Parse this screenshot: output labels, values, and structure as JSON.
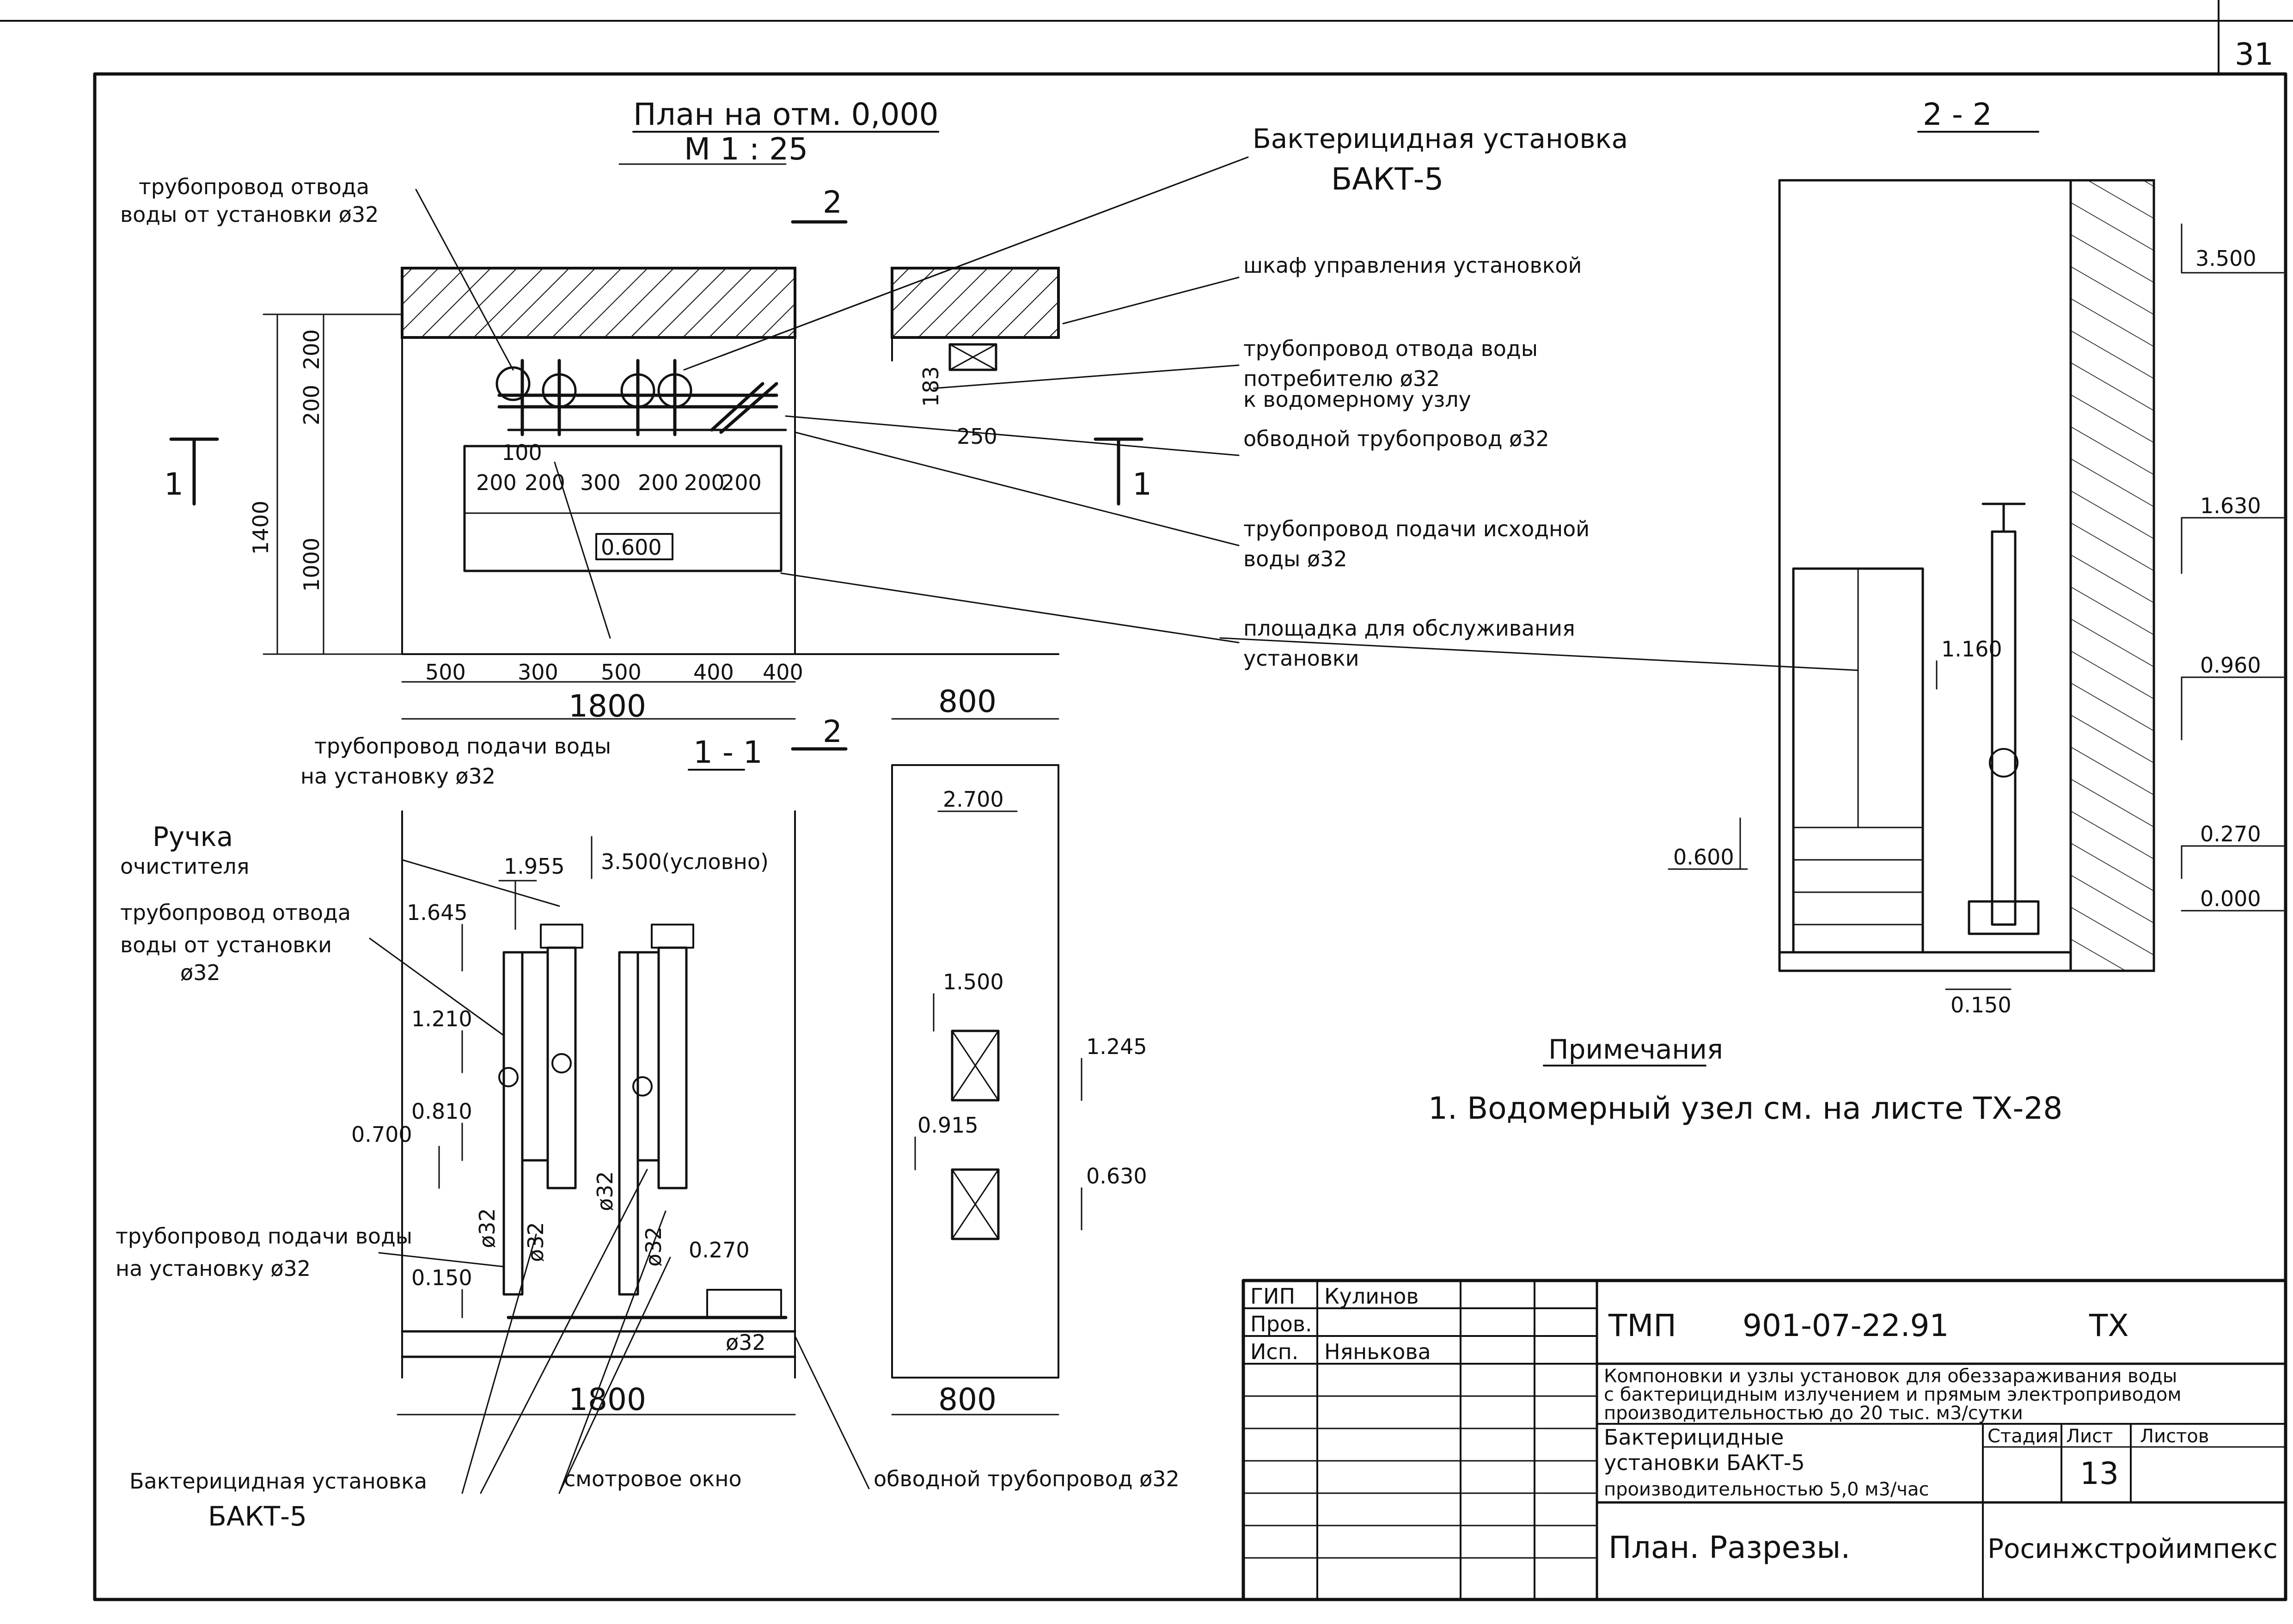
{
  "sheet_number": "31",
  "plan": {
    "title": "План на отм. 0,000",
    "scale": "М 1 : 25",
    "section_mark_2": "2",
    "section_mark_1": "1",
    "dims": {
      "h200a": "200",
      "h200b": "200",
      "h1400": "1400",
      "h1000": "1000",
      "w500a": "500",
      "w300": "300",
      "w500b": "500",
      "w400a": "400",
      "w400b": "400",
      "w1800": "1800",
      "p200a": "200",
      "p100": "100",
      "p200b": "200",
      "p300": "300",
      "p200c": "200",
      "p200d": "200",
      "p200e": "200",
      "d250": "250",
      "d183": "183",
      "platform_elev": "0.600",
      "w800": "800"
    }
  },
  "callouts": {
    "unit_name_1": "Бактерицидная установка",
    "unit_name_2": "БАКТ-5",
    "cabinet": "шкаф управления установкой",
    "drain_consumer_1": "трубопровод отвода воды",
    "drain_consumer_2": "потребителю ø32",
    "drain_consumer_3": "к водомерному узлу",
    "bypass_pipe": "обводной трубопровод ø32",
    "source_water_1": "трубопровод подачи исходной",
    "source_water_2": "воды ø32",
    "platform_1": "площадка для обслуживания",
    "platform_2": "установки",
    "drain_from_unit_1": "трубопровод отвода",
    "drain_from_unit_2": "воды от установки ø32",
    "supply_to_unit_1": "трубопровод подачи воды",
    "supply_to_unit_2": "на установку ø32"
  },
  "section_1_1": {
    "title": "1 - 1",
    "handle_1": "Ручка",
    "handle_2": "очистителя",
    "drain_1": "трубопровод отвода",
    "drain_2": "воды от установки",
    "drain_3": "ø32",
    "supply_1": "трубопровод подачи воды",
    "supply_2": "на установку ø32",
    "unit_1": "Бактерицидная установка",
    "unit_2": "БАКТ-5",
    "window": "смотровое окно",
    "bypass": "обводной трубопровод ø32",
    "elevations": {
      "e1955": "1.955",
      "e3500": "3.500(условно)",
      "e1645": "1.645",
      "e1210": "1.210",
      "e0810": "0.810",
      "e0700": "0.700",
      "e0150": "0.150",
      "e0270": "0.270"
    },
    "pipe_labels": {
      "p1": "ø32",
      "p2": "ø32",
      "p3": "ø32",
      "p4": "ø32",
      "p5": "ø32"
    },
    "width": "1800"
  },
  "section_cabinet": {
    "e2700": "2.700",
    "e1500": "1.500",
    "e1245": "1.245",
    "e0915": "0.915",
    "e0630": "0.630",
    "width": "800"
  },
  "section_2_2": {
    "title": "2 - 2",
    "e3500": "3.500",
    "e1630": "1.630",
    "e0960": "0.960",
    "e0270": "0.270",
    "e0000": "0.000",
    "e1160": "1.160",
    "e0600": "0.600",
    "e0150": "0.150"
  },
  "notes": {
    "heading": "Примечания",
    "item_1": "1. Водомерный узел см. на листе ТХ-28"
  },
  "stamp": {
    "code": "ТМП",
    "project": "901-07-22.91",
    "mark": "ТХ",
    "role_1": "ГИП",
    "name_1": "Кулинов",
    "role_2": "Пров.",
    "name_2": "",
    "role_3": "Исп.",
    "name_3": "Нянькова",
    "description_1": "Компоновки и узлы установок для обеззараживания воды",
    "description_2": "с бактерицидным излучением и прямым электроприводом",
    "description_3": "производительностью до 20 тыс. м3/сутки",
    "sheet_title_1": "Бактерицидные",
    "sheet_title_2": "установки БАКТ-5",
    "sheet_title_3": "производительностью 5,0 м3/час",
    "col_stage": "Стадия",
    "col_sheet": "Лист",
    "col_sheets": "Листов",
    "sheet_no": "13",
    "drawing_title": "План. Разрезы.",
    "organization": "Росинжстройимпекс"
  }
}
